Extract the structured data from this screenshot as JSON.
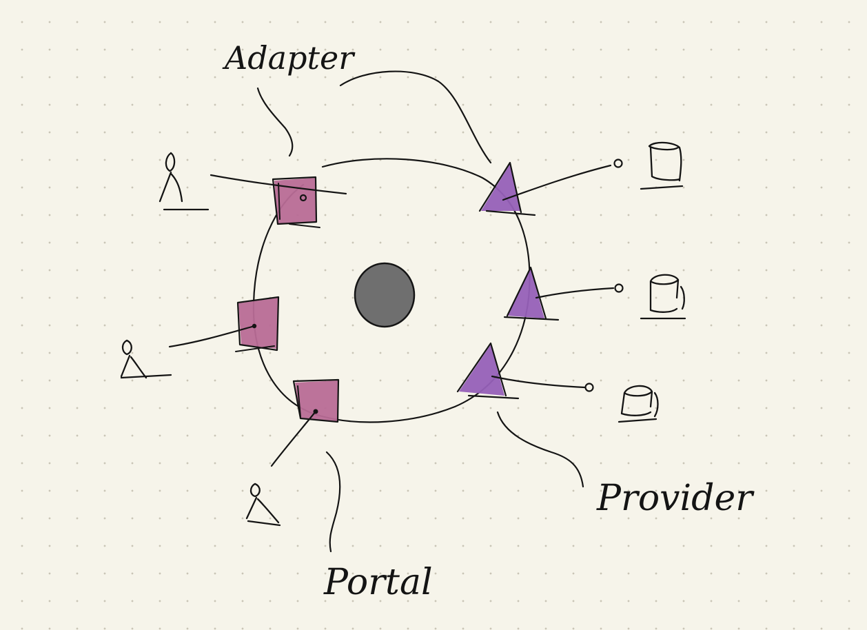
{
  "labels": {
    "adapter": "Adapter",
    "provider": "Provider",
    "portal": "Portal"
  },
  "colors": {
    "background": "#f6f4ea",
    "grid_dot": "#c9c5b6",
    "ink": "#141414",
    "core": "#6f6f6f",
    "portal_fill": "#b86b96",
    "provider_fill": "#9660b8"
  },
  "shapes": {
    "core": "gray-circle",
    "portals": "magenta-squares",
    "providers": "purple-triangles",
    "users": "person-icons",
    "stores": "database-icons"
  }
}
